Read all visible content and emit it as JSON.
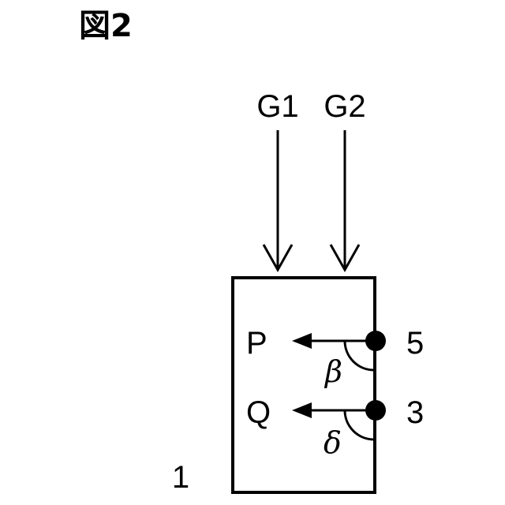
{
  "figure": {
    "title": "図2",
    "device_label": "1",
    "inputs": [
      "G1",
      "G2"
    ],
    "ports": [
      {
        "output": "P",
        "number": "5",
        "angle": "β"
      },
      {
        "output": "Q",
        "number": "3",
        "angle": "δ"
      }
    ]
  }
}
